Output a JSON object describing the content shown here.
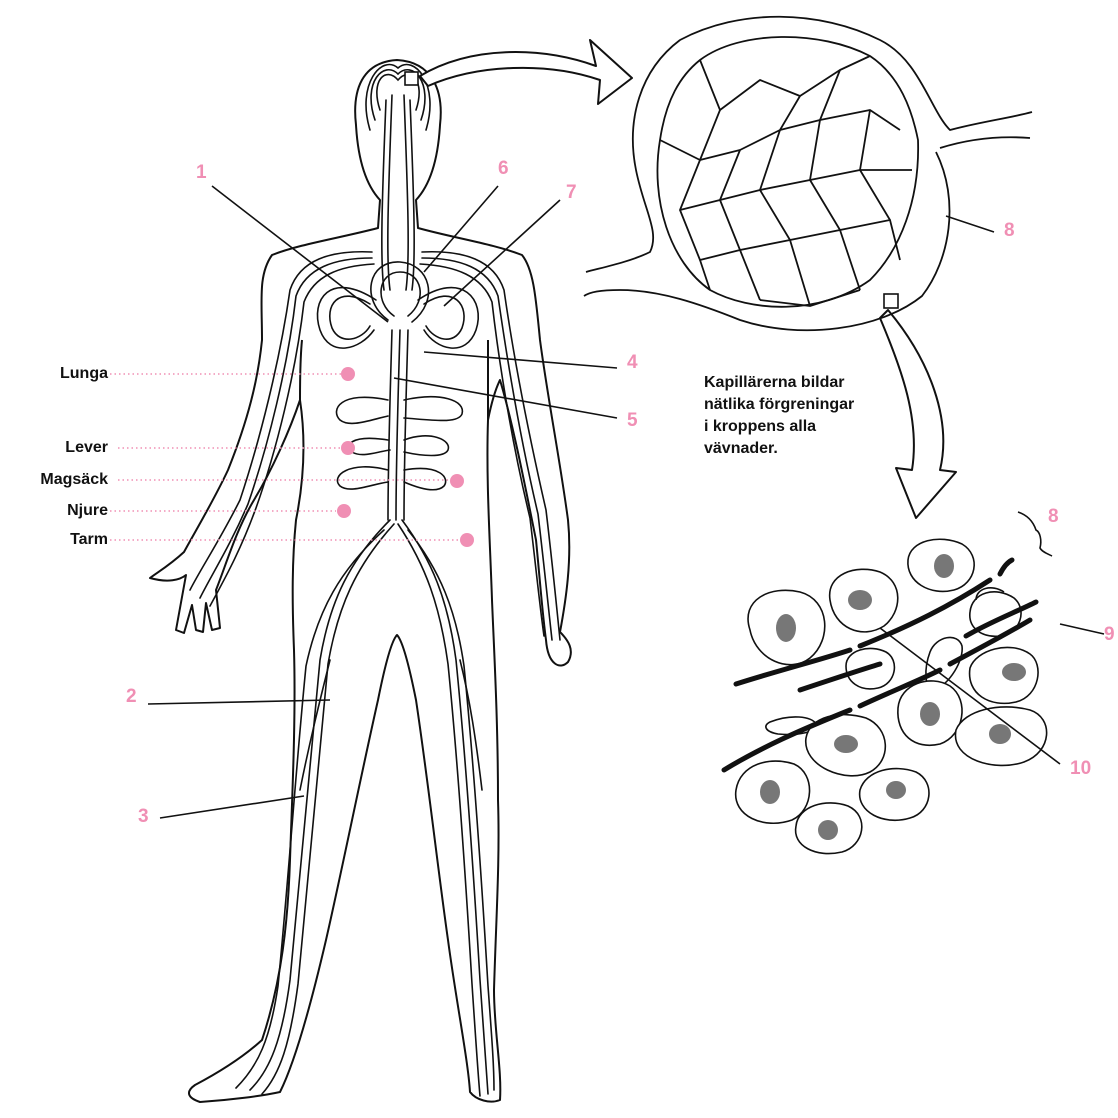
{
  "organs": [
    {
      "label": "Lunga"
    },
    {
      "label": "Lever"
    },
    {
      "label": "Magsäck"
    },
    {
      "label": "Njure"
    },
    {
      "label": "Tarm"
    }
  ],
  "numbers": [
    "1",
    "2",
    "3",
    "4",
    "5",
    "6",
    "7",
    "8",
    "8",
    "9",
    "10"
  ],
  "note_lines": [
    "Kapillärerna bildar",
    "nätlika förgreningar",
    "i kroppens alla",
    "vävnader."
  ],
  "colors": {
    "accent": "#f08fb4",
    "line": "#111111"
  }
}
